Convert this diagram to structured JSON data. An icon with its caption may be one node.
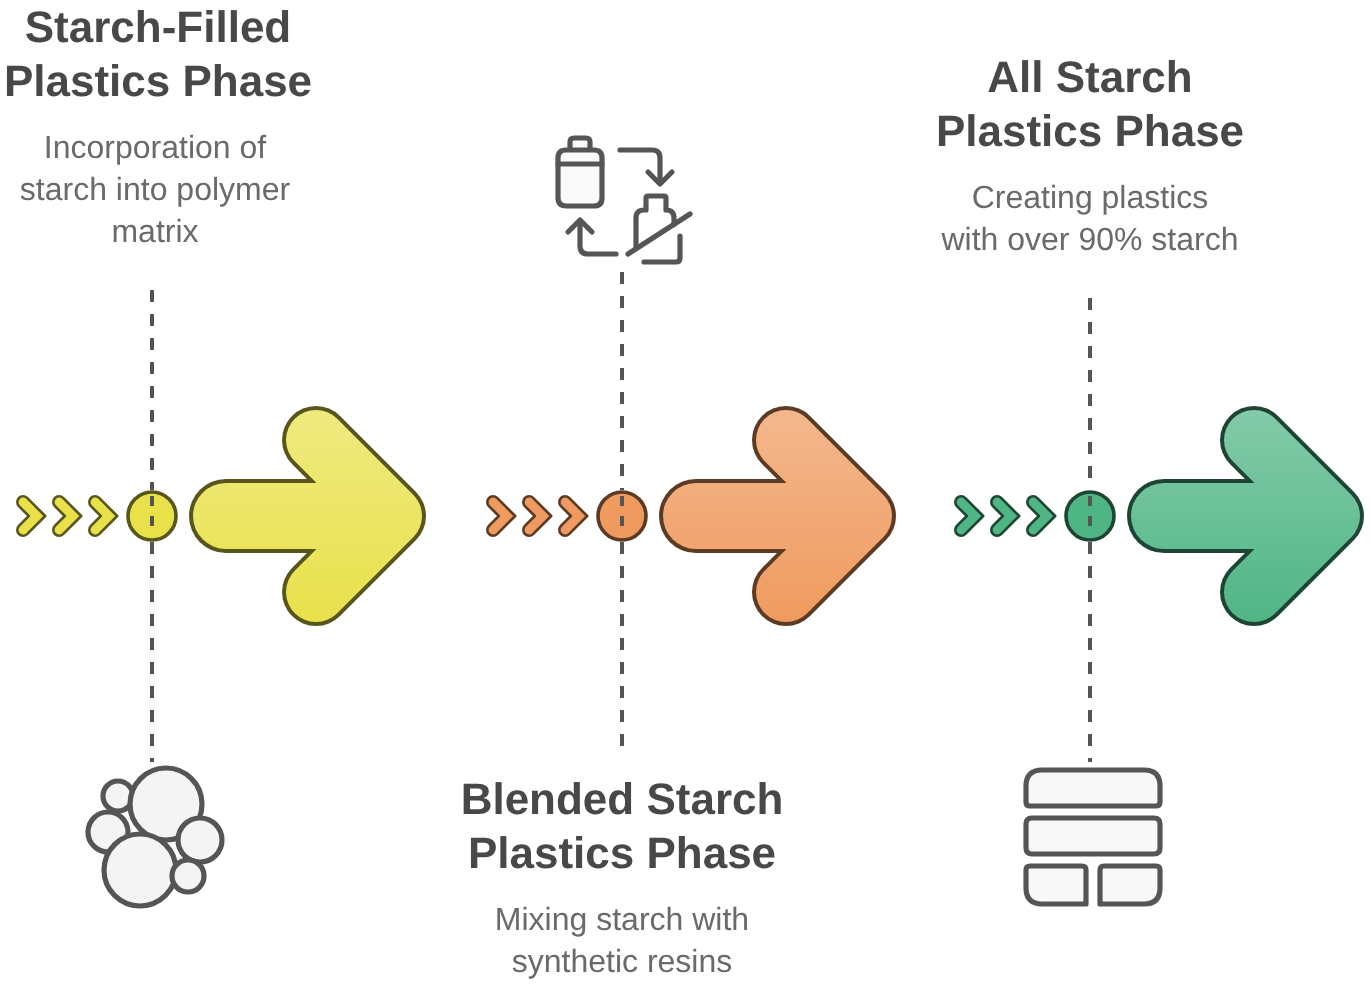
{
  "diagram": {
    "nodes": [
      {
        "text": [
          "Starch-Filled Plastics Phase",
          "Incorporation of starch into polymer matrix"
        ]
      },
      {
        "text": [],
        "shape": "circle"
      },
      {
        "text": [],
        "shape": "picture"
      },
      {
        "text": [],
        "shape": "picture"
      },
      {
        "text": [],
        "shape": "circle"
      },
      {
        "text": [
          "Blended Starch Plastics Phase",
          "Mixing starch with synthetic resins"
        ]
      },
      {
        "text": [
          "All Starch Plastics Phase",
          "Creating plastics with over 90% starch"
        ]
      },
      {
        "text": [],
        "shape": "circle"
      },
      {
        "text": [],
        "shape": "picture"
      }
    ],
    "edges": [
      {
        "from": null,
        "to": 1,
        "arrow": "to",
        "style": "thick",
        "color": "#e8e14a"
      },
      {
        "from": 1,
        "to": null,
        "arrow": "to",
        "style": "thick",
        "color": "#e8e14a"
      },
      {
        "from": null,
        "to": 4,
        "arrow": "to",
        "style": "thick",
        "color": "#ef9a5e"
      },
      {
        "from": 4,
        "to": null,
        "arrow": "to",
        "style": "thick",
        "color": "#ef9a5e"
      },
      {
        "from": null,
        "to": 7,
        "arrow": "to",
        "style": "thick",
        "color": "#4fb585"
      },
      {
        "from": 7,
        "to": null,
        "arrow": "to",
        "style": "thick",
        "color": "#4fb585"
      },
      {
        "from": 0,
        "to": 1,
        "arrow": "none",
        "style": "dashed"
      },
      {
        "from": 1,
        "to": 2,
        "arrow": "none",
        "style": "dashed"
      },
      {
        "from": 3,
        "to": 4,
        "arrow": "none",
        "style": "dashed"
      },
      {
        "from": 4,
        "to": 5,
        "arrow": "none",
        "style": "dashed"
      },
      {
        "from": 6,
        "to": 7,
        "arrow": "none",
        "style": "dashed"
      },
      {
        "from": 7,
        "to": 8,
        "arrow": "none",
        "style": "dashed"
      }
    ]
  }
}
